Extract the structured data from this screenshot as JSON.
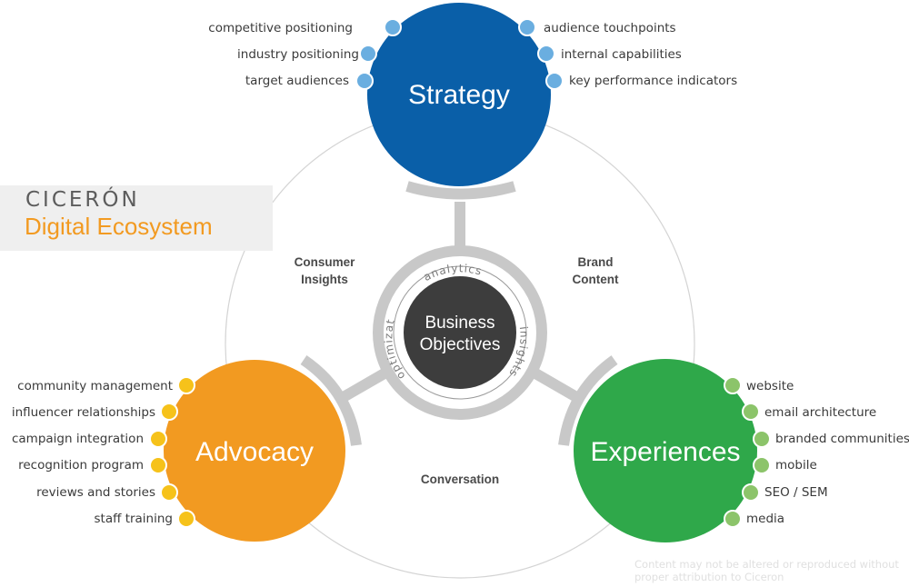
{
  "brand": {
    "name": "CICERÓN",
    "subtitle": "Digital Ecosystem"
  },
  "center": {
    "line1": "Business",
    "line2": "Objectives",
    "ring_words": [
      "analytics",
      "insights",
      "optimization"
    ]
  },
  "nodes": {
    "strategy": {
      "label": "Strategy",
      "color": "#0a5fa8",
      "dot_color": "#6aaee0",
      "left_items": [
        "competitive positioning",
        "industry positioning",
        "target audiences"
      ],
      "right_items": [
        "audience touchpoints",
        "internal capabilities",
        "key performance indicators"
      ]
    },
    "advocacy": {
      "label": "Advocacy",
      "color": "#f29a21",
      "dot_color": "#f6c21a",
      "items": [
        "community management",
        "influencer relationships",
        "campaign integration",
        "recognition program",
        "reviews and stories",
        "staff training"
      ]
    },
    "experiences": {
      "label": "Experiences",
      "color": "#2fa84a",
      "dot_color": "#8cc46a",
      "items": [
        "website",
        "email architecture",
        "branded communities",
        "mobile",
        "SEO / SEM",
        "media"
      ]
    }
  },
  "connections": {
    "consumer_insights": [
      "Consumer",
      "Insights"
    ],
    "brand_content": [
      "Brand",
      "Content"
    ],
    "conversation": "Conversation"
  },
  "copyright": "Content may not be altered or reproduced without proper attribution to Ciceron",
  "colors": {
    "ring": "#c8c8c8",
    "hub": "#3d3d3d",
    "orbit": "#d4d4d4"
  }
}
